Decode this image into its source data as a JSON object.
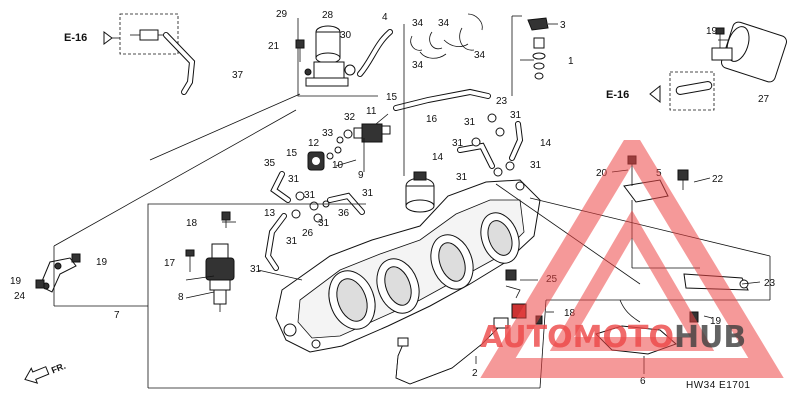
{
  "diagram": {
    "ref_labels": [
      "E-16",
      "E-16"
    ],
    "diagram_code": "HW34 E1701",
    "direction_label": "FR.",
    "parts": [
      {
        "id": "p29a",
        "label": "29"
      },
      {
        "id": "p28",
        "label": "28"
      },
      {
        "id": "p30",
        "label": "30"
      },
      {
        "id": "p4",
        "label": "4"
      },
      {
        "id": "p21",
        "label": "21"
      },
      {
        "id": "p37",
        "label": "37"
      },
      {
        "id": "p34a",
        "label": "34"
      },
      {
        "id": "p34b",
        "label": "34"
      },
      {
        "id": "p34c",
        "label": "34"
      },
      {
        "id": "p34d",
        "label": "34"
      },
      {
        "id": "p3",
        "label": "3"
      },
      {
        "id": "p1",
        "label": "1"
      },
      {
        "id": "p19a",
        "label": "19"
      },
      {
        "id": "p27",
        "label": "27"
      },
      {
        "id": "p15a",
        "label": "15"
      },
      {
        "id": "p16",
        "label": "16"
      },
      {
        "id": "p23",
        "label": "23"
      },
      {
        "id": "p31a",
        "label": "31"
      },
      {
        "id": "p31b",
        "label": "31"
      },
      {
        "id": "p14a",
        "label": "14"
      },
      {
        "id": "p31c",
        "label": "31"
      },
      {
        "id": "p14b",
        "label": "14"
      },
      {
        "id": "p31d",
        "label": "31"
      },
      {
        "id": "p31e",
        "label": "31"
      },
      {
        "id": "p32",
        "label": "32"
      },
      {
        "id": "p11",
        "label": "11"
      },
      {
        "id": "p33",
        "label": "33"
      },
      {
        "id": "p12",
        "label": "12"
      },
      {
        "id": "p10",
        "label": "10"
      },
      {
        "id": "p15b",
        "label": "15"
      },
      {
        "id": "p35",
        "label": "35"
      },
      {
        "id": "p9",
        "label": "9"
      },
      {
        "id": "p31f",
        "label": "31"
      },
      {
        "id": "p31g",
        "label": "31"
      },
      {
        "id": "p36",
        "label": "36"
      },
      {
        "id": "p31h",
        "label": "31"
      },
      {
        "id": "p13",
        "label": "13"
      },
      {
        "id": "p31i",
        "label": "31"
      },
      {
        "id": "p26",
        "label": "26"
      },
      {
        "id": "p31j",
        "label": "31"
      },
      {
        "id": "p18a",
        "label": "18"
      },
      {
        "id": "p17",
        "label": "17"
      },
      {
        "id": "p19b",
        "label": "19"
      },
      {
        "id": "p19c",
        "label": "19"
      },
      {
        "id": "p24",
        "label": "24"
      },
      {
        "id": "p8",
        "label": "8"
      },
      {
        "id": "p31k",
        "label": "31"
      },
      {
        "id": "p7",
        "label": "7"
      },
      {
        "id": "p20",
        "label": "20"
      },
      {
        "id": "p5",
        "label": "5"
      },
      {
        "id": "p22",
        "label": "22"
      },
      {
        "id": "p25",
        "label": "25"
      },
      {
        "id": "p23b",
        "label": "23"
      },
      {
        "id": "p18b",
        "label": "18"
      },
      {
        "id": "p19d",
        "label": "19"
      },
      {
        "id": "p2",
        "label": "2"
      },
      {
        "id": "p6",
        "label": "6"
      }
    ]
  },
  "watermark": {
    "brand_part1": "AUTOMOTO",
    "brand_part2": "HUB"
  }
}
